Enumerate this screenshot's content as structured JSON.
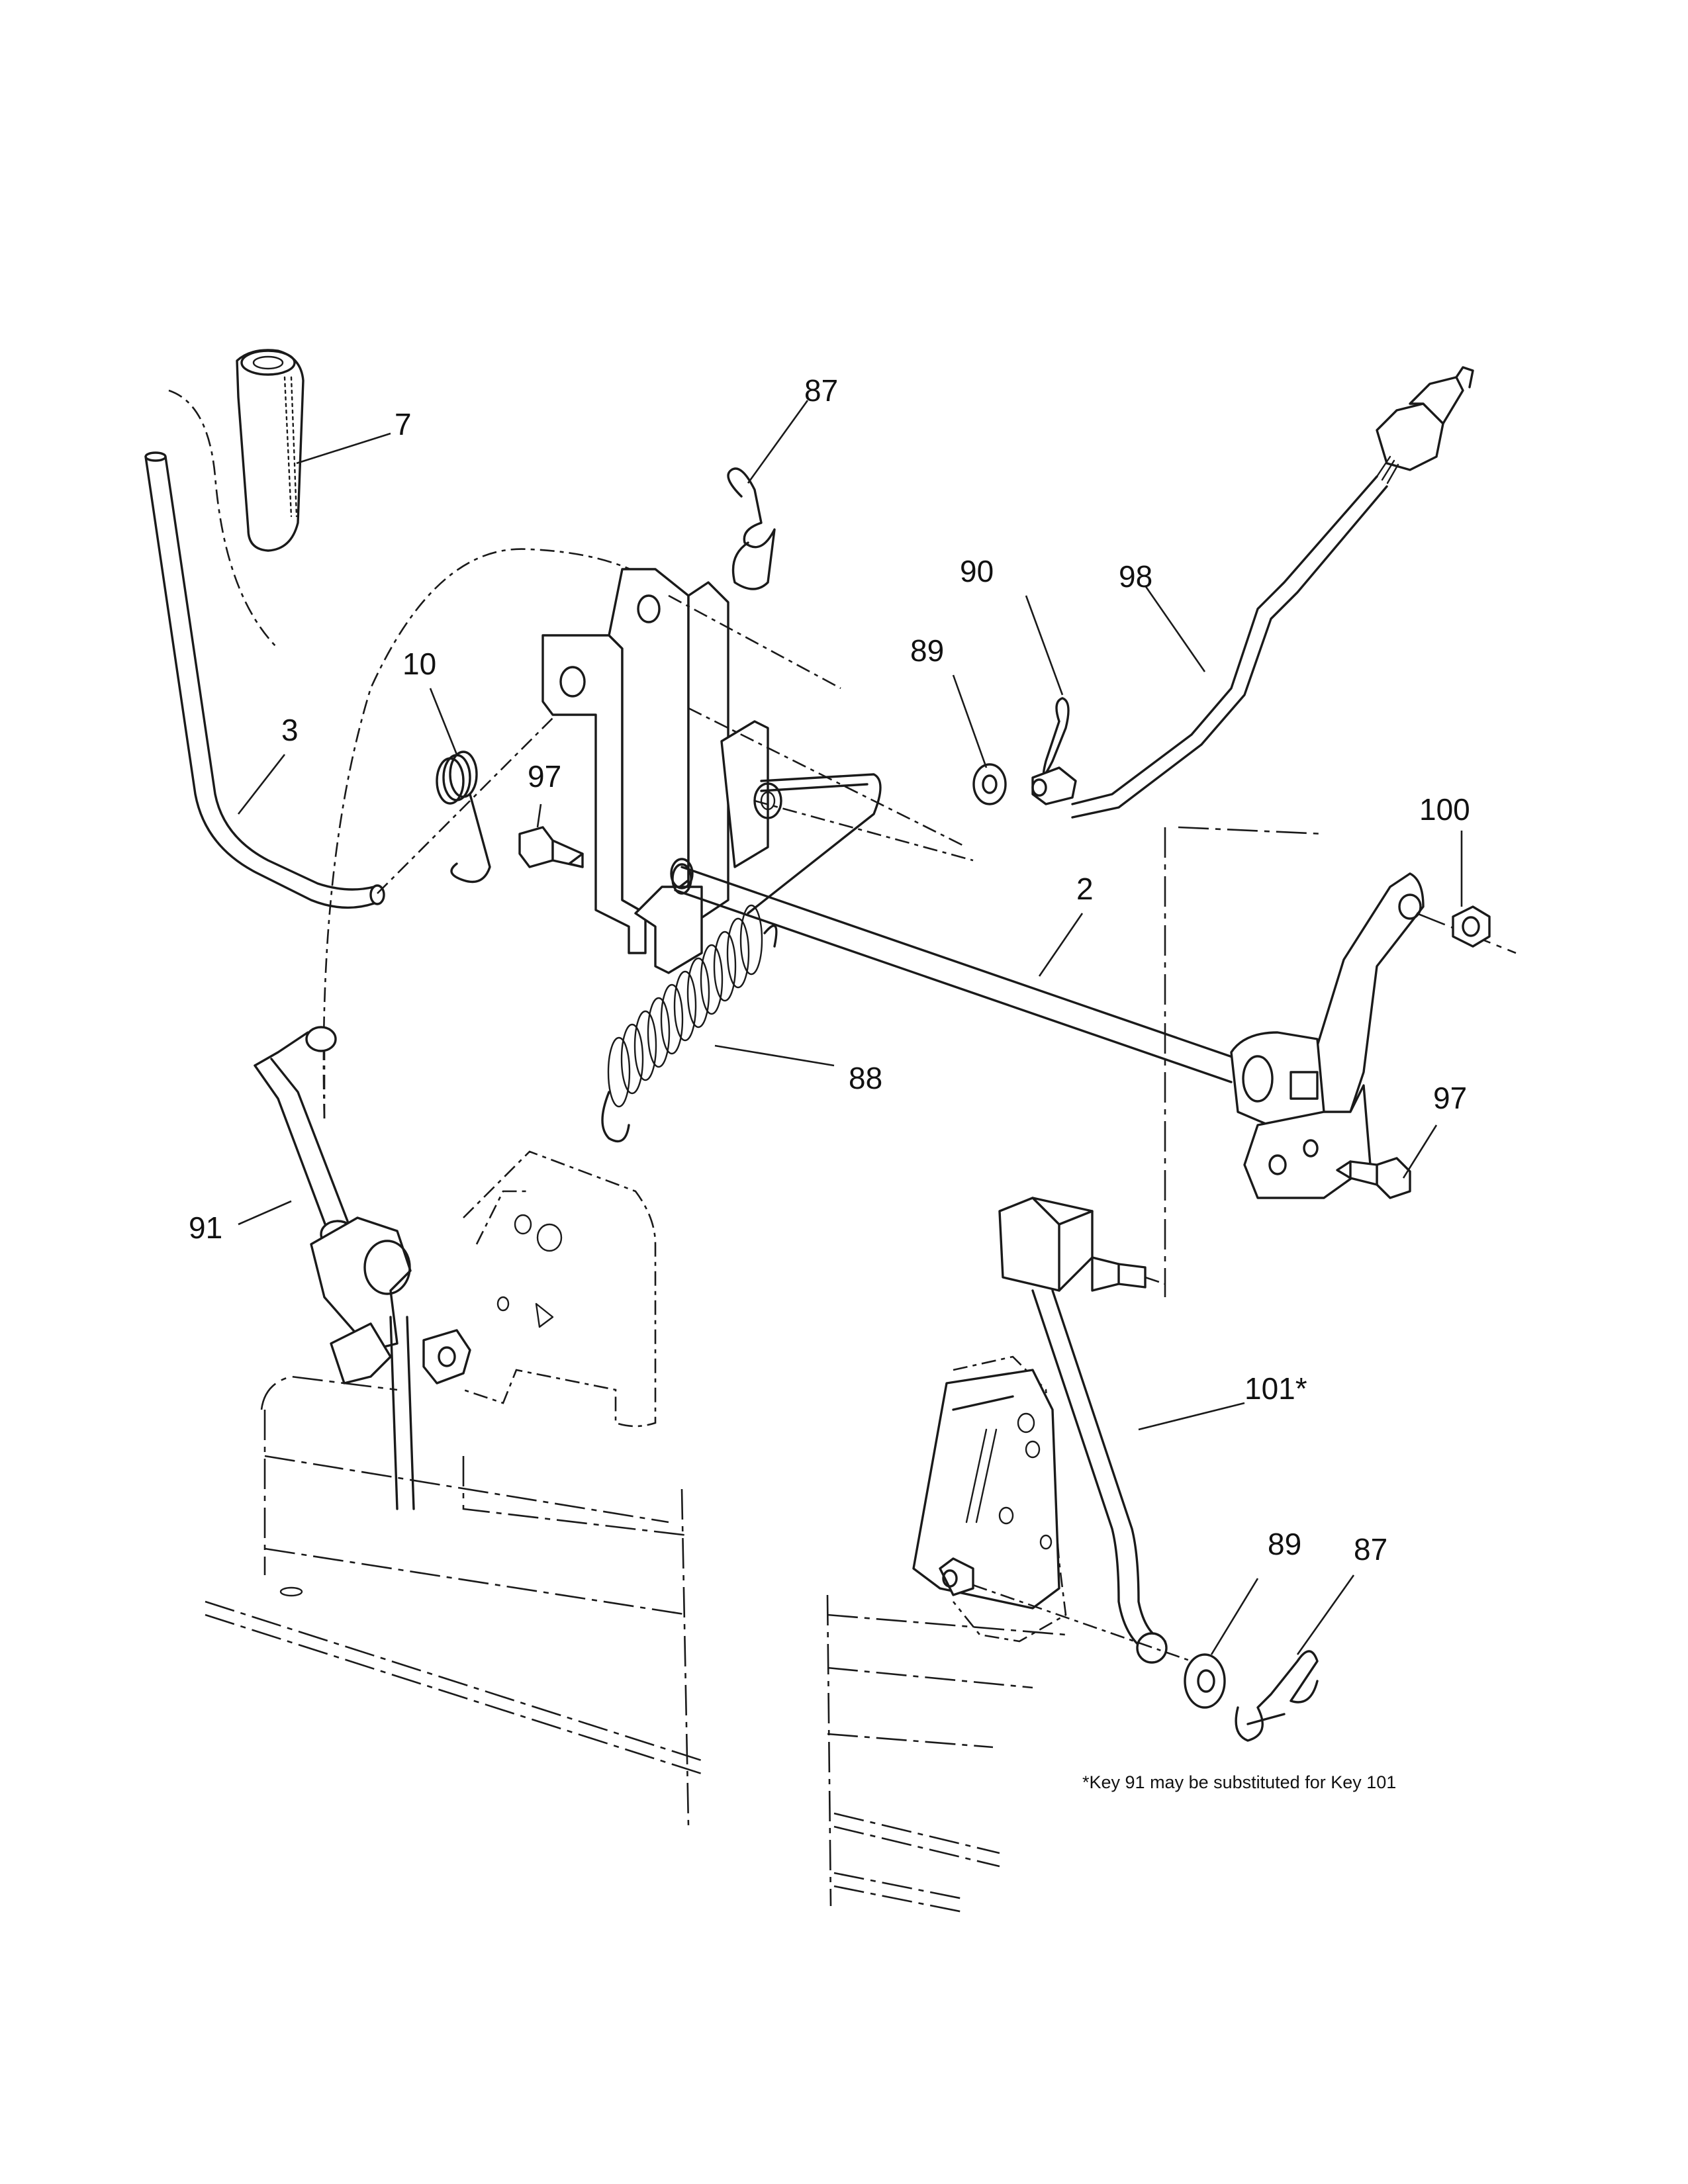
{
  "callouts": {
    "c7": "7",
    "c87_top": "87",
    "c90": "90",
    "c98": "98",
    "c89_top": "89",
    "c10": "10",
    "c3": "3",
    "c97_left": "97",
    "c100": "100",
    "c2": "2",
    "c88": "88",
    "c97_right": "97",
    "c91": "91",
    "c101": "101*",
    "c89_bottom": "89",
    "c87_bottom": "87"
  },
  "footnote": "*Key 91 may be substituted for Key 101"
}
